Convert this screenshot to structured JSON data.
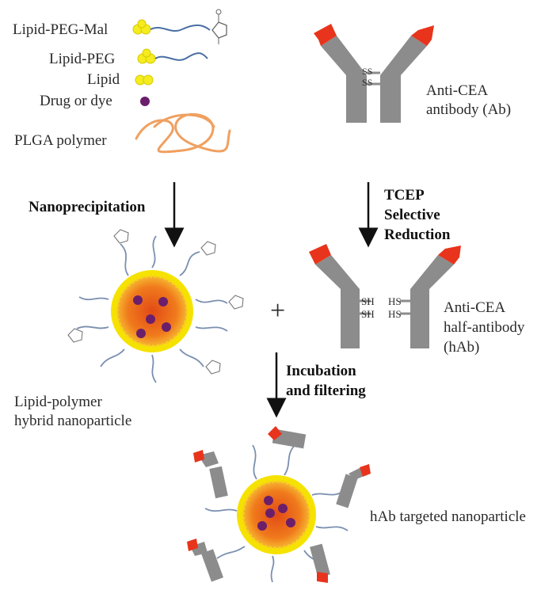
{
  "legend": {
    "lipid_peg_mal": "Lipid-PEG-Mal",
    "lipid_peg": "Lipid-PEG",
    "lipid": "Lipid",
    "drug_or_dye": "Drug or dye",
    "plga_polymer": "PLGA polymer"
  },
  "antibody": {
    "name_line1": "Anti-CEA",
    "name_line2": "antibody (Ab)",
    "disulfide_label": "SS"
  },
  "steps": {
    "nanoprecipitation": "Nanoprecipitation",
    "tcep_line1": "TCEP",
    "tcep_line2": "Selective",
    "tcep_line3": "Reduction",
    "incubation_line1": "Incubation",
    "incubation_line2": "and filtering",
    "plus": "+"
  },
  "half_antibody": {
    "name_line1": "Anti-CEA",
    "name_line2": "half-antibody",
    "name_line3": "(hAb)",
    "sh_label": "SH",
    "hs_label": "HS"
  },
  "nanoparticle": {
    "name_line1": "Lipid-polymer",
    "name_line2": "hybrid nanoparticle"
  },
  "targeted": {
    "name": "hAb targeted nanoparticle"
  },
  "colors": {
    "lipid_head": "#f4ec1e",
    "peg_chain": "#4a6fa5",
    "drug_dot": "#6b1f6b",
    "plga": "#f0a060",
    "antibody_body": "#8c8c8c",
    "antibody_tip": "#e8341c",
    "core_outer": "#f5a623",
    "core_inner": "#e8541a",
    "arrow": "#111111"
  }
}
